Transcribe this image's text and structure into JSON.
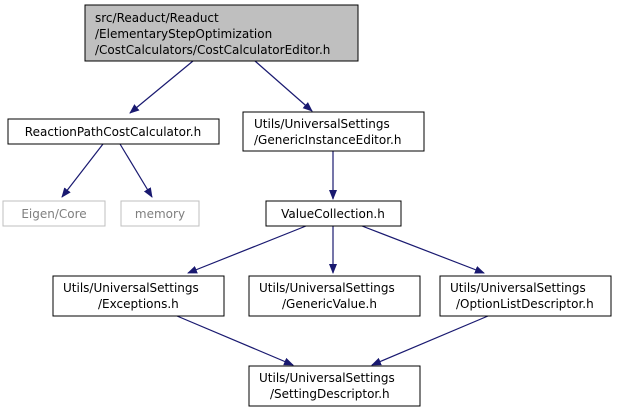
{
  "colors": {
    "edge": "#191970",
    "node_border": "#000000",
    "root_fill": "#bfbfbf",
    "external_border": "#bfbfbf",
    "external_text": "#7f7f7f"
  },
  "nodes": {
    "root": [
      "src/Readuct/Readuct",
      "/ElementaryStepOptimization",
      "/CostCalculators/CostCalculatorEditor.h"
    ],
    "reaction_path": [
      "ReactionPathCostCalculator.h"
    ],
    "generic_instance_editor": [
      "Utils/UniversalSettings",
      "/GenericInstanceEditor.h"
    ],
    "eigen_core": [
      "Eigen/Core"
    ],
    "memory": [
      "memory"
    ],
    "value_collection": [
      "ValueCollection.h"
    ],
    "exceptions": [
      "Utils/UniversalSettings",
      "/Exceptions.h"
    ],
    "generic_value": [
      "Utils/UniversalSettings",
      "/GenericValue.h"
    ],
    "option_list_descriptor": [
      "Utils/UniversalSettings",
      "/OptionListDescriptor.h"
    ],
    "setting_descriptor": [
      "Utils/UniversalSettings",
      "/SettingDescriptor.h"
    ]
  }
}
